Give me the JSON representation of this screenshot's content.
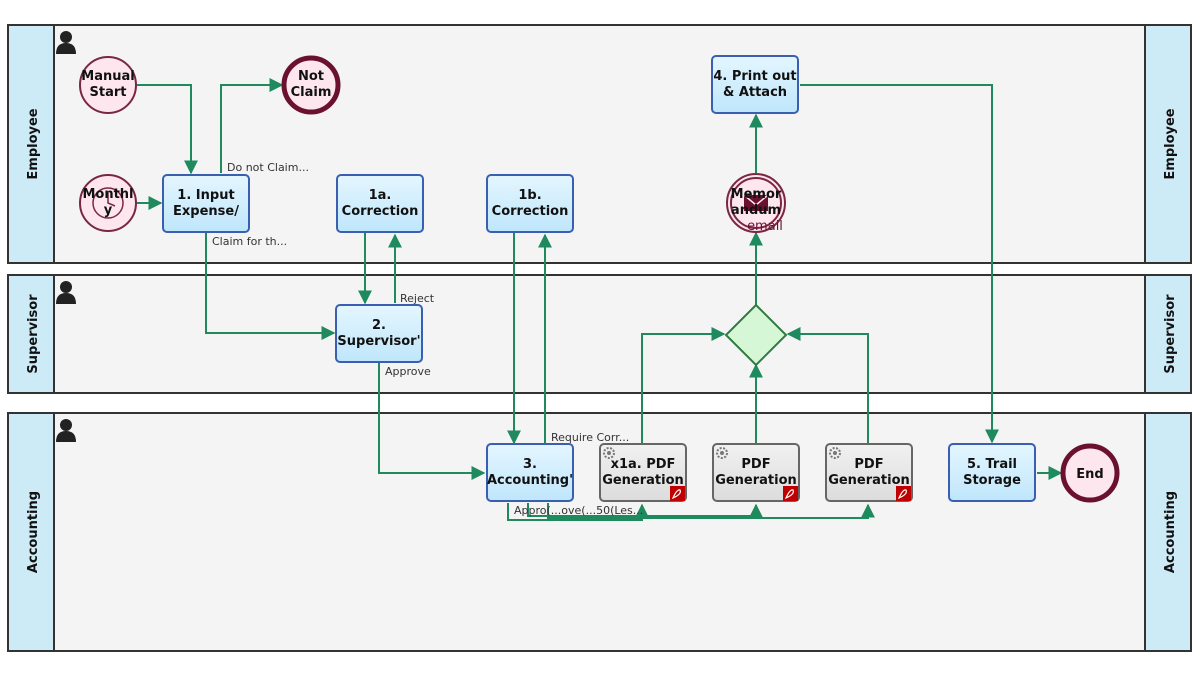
{
  "lanes": {
    "employee": {
      "name": "Employee"
    },
    "supervisor": {
      "name": "Supervisor"
    },
    "accounting": {
      "name": "Accounting"
    }
  },
  "nodes": {
    "manual_start": {
      "line1": "Manual",
      "line2": "Start"
    },
    "monthly": {
      "line1": "Monthl",
      "line2": "y"
    },
    "not_claim": {
      "line1": "Not",
      "line2": "Claim"
    },
    "input_expense": {
      "line1": "1. Input",
      "line2": "Expense/"
    },
    "correction_1a": {
      "line1": "1a.",
      "line2": "Correction"
    },
    "correction_1b": {
      "line1": "1b.",
      "line2": "Correction"
    },
    "print_attach": {
      "line1": "4. Print out",
      "line2": "& Attach"
    },
    "memorandum": {
      "line1": "Memor",
      "line2": "andum",
      "line3": "email"
    },
    "supervisor_task": {
      "line1": "2.",
      "line2": "Supervisor'"
    },
    "accounting_task": {
      "line1": "3.",
      "line2": "Accounting'"
    },
    "pdf_x1a": {
      "line1": "x1a. PDF",
      "line2": "Generation"
    },
    "pdf_2": {
      "line1": "PDF",
      "line2": "Generation"
    },
    "pdf_3": {
      "line1": "PDF",
      "line2": "Generation"
    },
    "trail_storage": {
      "line1": "5. Trail",
      "line2": "Storage"
    },
    "end": {
      "label": "End"
    }
  },
  "edge_labels": {
    "do_not_claim": "Do not Claim...",
    "claim_for": "Claim for th...",
    "reject": "Reject",
    "approve": "Approve",
    "require_corr": "Require Corr...",
    "approve_overlap": "Appro(...ove(...50(Les..."
  },
  "icons": {
    "lane": "person-icon",
    "service": "gear-icon",
    "pdf": "pdf-icon",
    "gateway": "diamond-gateway-icon"
  },
  "colors": {
    "lane_header": "#cdebf6",
    "task_fill": "#cdeeff",
    "task_stroke": "#3b5fb0",
    "edge": "#1e8a5e",
    "event_fill": "#fde6ee",
    "end_stroke": "#6b1130",
    "gateway_fill": "#d6f7d6"
  }
}
